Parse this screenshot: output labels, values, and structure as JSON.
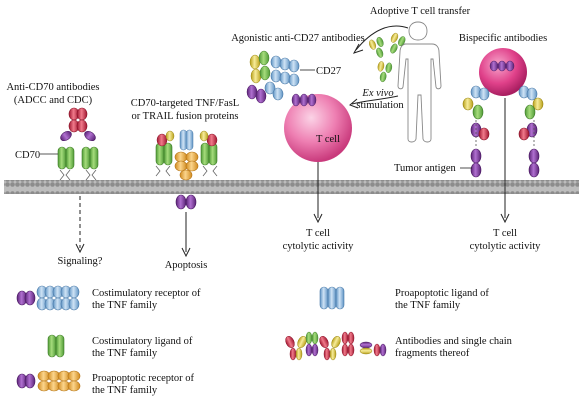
{
  "labels": {
    "adoptive_transfer": "Adoptive T cell transfer",
    "agonistic_cd27": "Agonistic anti-CD27 antibodies",
    "bispecific": "Bispecific antibodies",
    "anti_cd70_line1": "Anti-CD70 antibodies",
    "anti_cd70_line2": "(ADCC and CDC)",
    "fusion_line1": "CD70-targeted TNF/FasL",
    "fusion_line2": "or TRAIL fusion proteins",
    "cd27": "CD27",
    "ex_vivo": "Ex vivo",
    "stimulation": "stimulation",
    "t_cell_center": "T cell",
    "t_cell_bispecific": "",
    "cd70": "CD70",
    "tumor_antigen": "Tumor antigen",
    "signaling": "Signaling?",
    "apoptosis": "Apoptosis",
    "outcome_center_line1": "T cell",
    "outcome_center_line2": "cytolytic activity",
    "outcome_right_line1": "T cell",
    "outcome_right_line2": "cytolytic activity"
  },
  "legend": {
    "costim_receptor_line1": "Costimulatory receptor of",
    "costim_receptor_line2": "the TNF family",
    "costim_ligand_line1": "Costimulatory ligand of",
    "costim_ligand_line2": "the TNF family",
    "proapop_receptor_line1": "Proapoptotic receptor of",
    "proapop_receptor_line2": "the TNF family",
    "proapop_ligand_line1": "Proapoptotic ligand of",
    "proapop_ligand_line2": "the TNF family",
    "antibodies_line1": "Antibodies and single chain",
    "antibodies_line2": "fragments thereof"
  },
  "colors": {
    "cd27_receptor": "#9ec4e6",
    "cd70_ligand": "#7cc35a",
    "proapoptotic_receptor": "#f0b44a",
    "proapoptotic_ligand": "#8fc0e6",
    "antibody_red": "#d8364f",
    "antibody_yellow": "#e8d34a",
    "antibody_purple": "#7a3a9a",
    "antibody_green": "#5faa4a",
    "t_cell": "#e8619c",
    "membrane": "#9a9a9a"
  }
}
